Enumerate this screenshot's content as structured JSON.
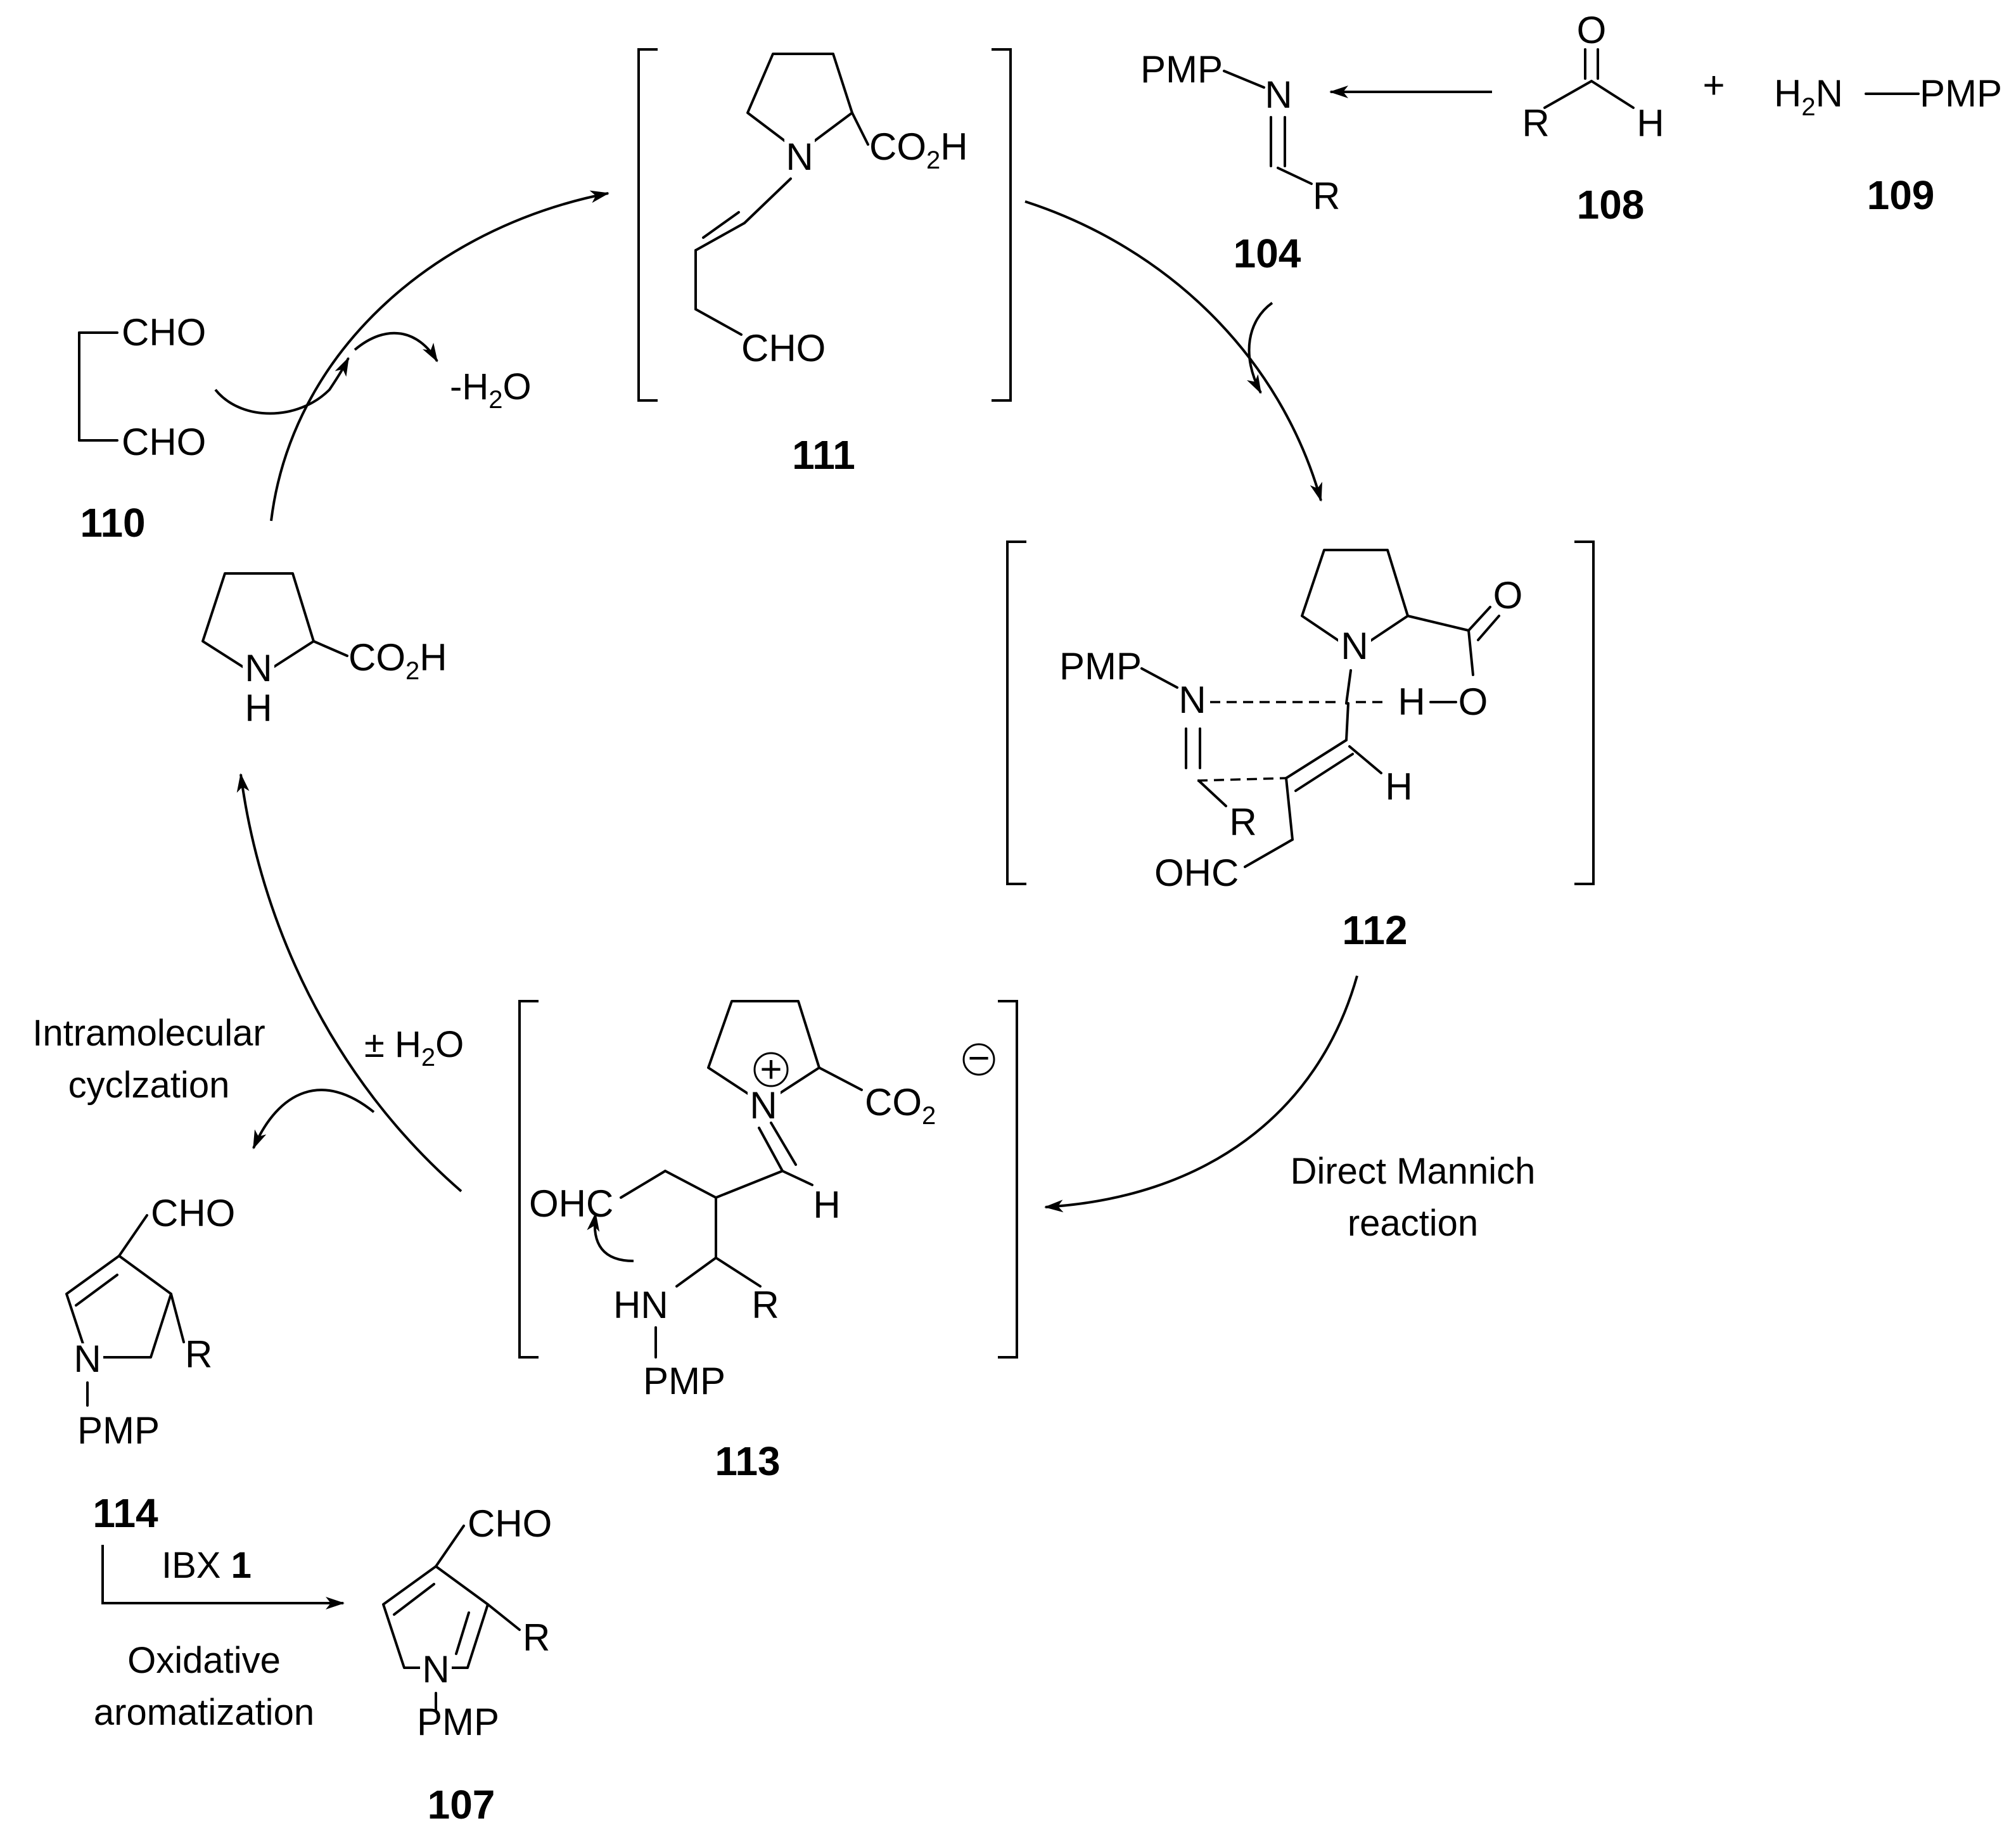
{
  "compounds": {
    "c104": "104",
    "c107": "107",
    "c108": "108",
    "c109": "109",
    "c110": "110",
    "c111": "111",
    "c112": "112",
    "c113": "113",
    "c114": "114"
  },
  "atoms": {
    "pmp": "PMP",
    "n": "N",
    "r": "R",
    "h": "H",
    "o": "O",
    "cho": "CHO",
    "ohc": "OHC",
    "hn": "HN",
    "co2h_prefix": "CO",
    "co2h_sub": "2",
    "co2h_suffix": "H",
    "co2_prefix": "CO",
    "co2_sub": "2",
    "h2n_prefix": "H",
    "h2n_sub": "2",
    "h2n_suffix": "N",
    "plus": "+",
    "plus_charge": "+",
    "minus_charge": "−",
    "ho_h": "H",
    "ho_o": "O",
    "ibx_reagent": "IBX",
    "ibx_number": "1"
  },
  "notes": {
    "minus_water_prefix": "-H",
    "minus_water_sub": "2",
    "minus_water_suffix": "O",
    "pm_water_prefix": "± H",
    "pm_water_sub": "2",
    "pm_water_suffix": "O",
    "mannich_line1": "Direct Mannich",
    "mannich_line2": "reaction",
    "cyclization_line1": "Intramolecular",
    "cyclization_line2": "cyclzation",
    "oxidative_line1": "Oxidative",
    "oxidative_line2": "aromatization"
  }
}
